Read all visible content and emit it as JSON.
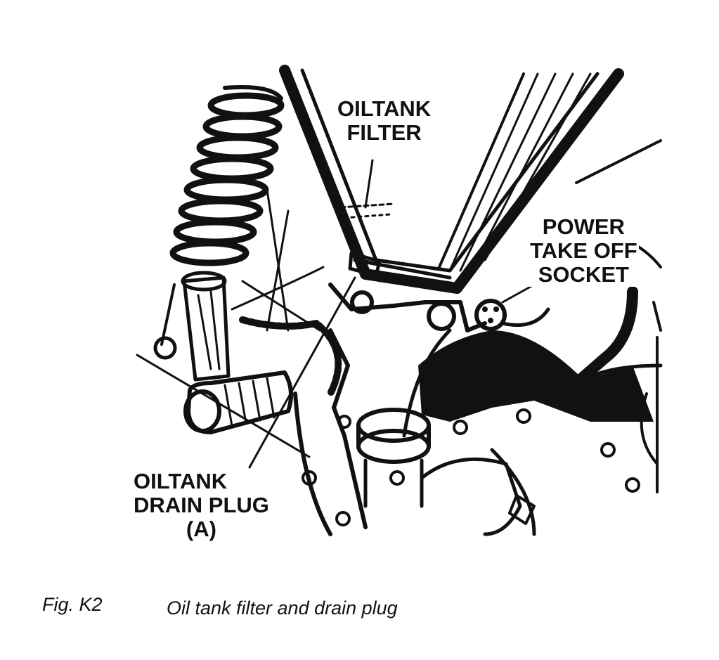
{
  "figure": {
    "labels": {
      "oiltank_filter": [
        "OILTANK",
        "FILTER"
      ],
      "power_take_off_socket": [
        "POWER",
        "TAKE OFF",
        "SOCKET"
      ],
      "oiltank_drain_plug": [
        "OILTANK",
        "DRAIN PLUG",
        "(A)"
      ]
    },
    "caption": {
      "number": "Fig. K2",
      "text": "Oil tank filter and drain plug"
    },
    "colors": {
      "ink": "#111111",
      "paper": "#ffffff"
    }
  }
}
